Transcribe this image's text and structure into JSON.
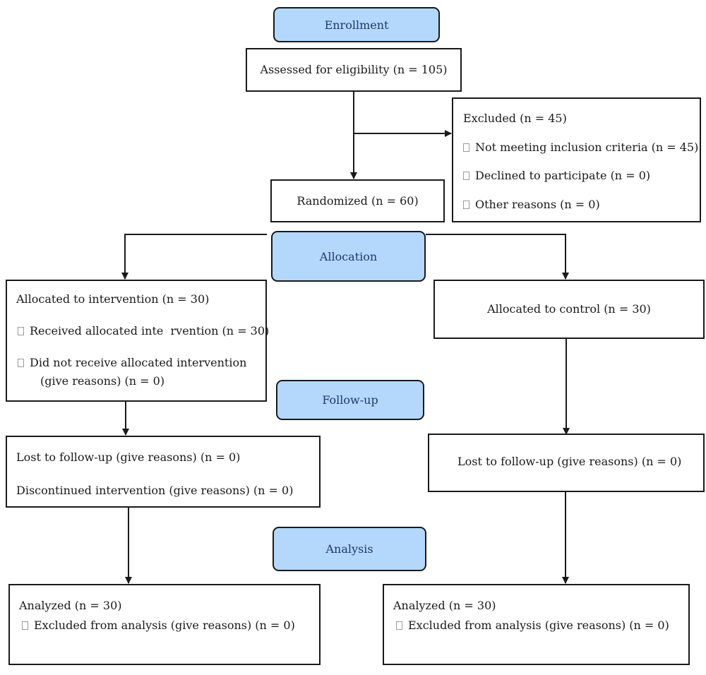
{
  "stages": {
    "enrollment": "Enrollment",
    "allocation": "Allocation",
    "follow_up": "Follow-up",
    "analysis": "Analysis"
  },
  "assessed": "Assessed for eligibility (n = 105)",
  "excluded": {
    "title": "Excluded (n = 45)",
    "items": [
      "Not meeting inclusion criteria (n = 45)",
      "Declined to participate (n = 0)",
      "Other reasons (n = 0)"
    ]
  },
  "randomized": "Randomized (n = 60)",
  "intervention_arm": {
    "allocated": "Allocated to intervention (n = 30)",
    "received": "Received allocated inte  rvention (n = 30)",
    "not_received_line1": "Did not receive allocated intervention",
    "not_received_line2": "(give reasons) (n = 0)",
    "lost": "Lost to follow-up (give reasons) (n = 0)",
    "discontinued": "Discontinued intervention (give reasons) (n = 0)",
    "analyzed": "Analyzed (n = 30)",
    "excluded_analysis": "Excluded from analysis (give reasons) (n = 0)"
  },
  "control_arm": {
    "allocated": "Allocated to control (n = 30)",
    "lost": "Lost to follow-up (give reasons) (n = 0)",
    "analyzed": "Analyzed (n = 30)",
    "excluded_analysis": "Excluded from analysis (give reasons) (n = 0)"
  },
  "colors": {
    "stage_fill": "#b3d8fb",
    "stage_text": "#1f3a6b",
    "line": "#1a1a1a"
  }
}
